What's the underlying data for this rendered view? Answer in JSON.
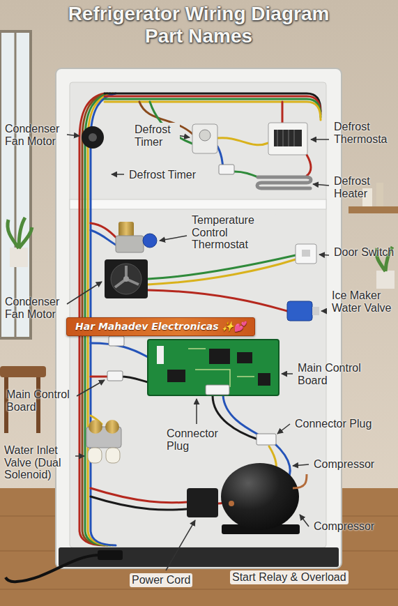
{
  "diagram": {
    "title": "Refrigerator Wiring Diagram Part Names",
    "nodes": [
      {
        "text": [
          "Har Mahadev Electronicas ✨💕"
        ]
      }
    ],
    "labels": [
      "Condenser Fan Motor",
      "Defrost Timer",
      "Defrost Thermosta",
      "Defrost Timer",
      "Defrost Heater",
      "Temperature Control Thermostat",
      "Door Switch",
      "Condenser Fan Motor",
      "Ice Maker Water Valve",
      "Main Control Board",
      "Main Control Board",
      "Connector Plug",
      "Connector Plug",
      "Compressor",
      "Water Inlet Valve (Dual Solenoid)",
      "Compressor",
      "Power Cord",
      "Start Relay & Overload"
    ]
  }
}
